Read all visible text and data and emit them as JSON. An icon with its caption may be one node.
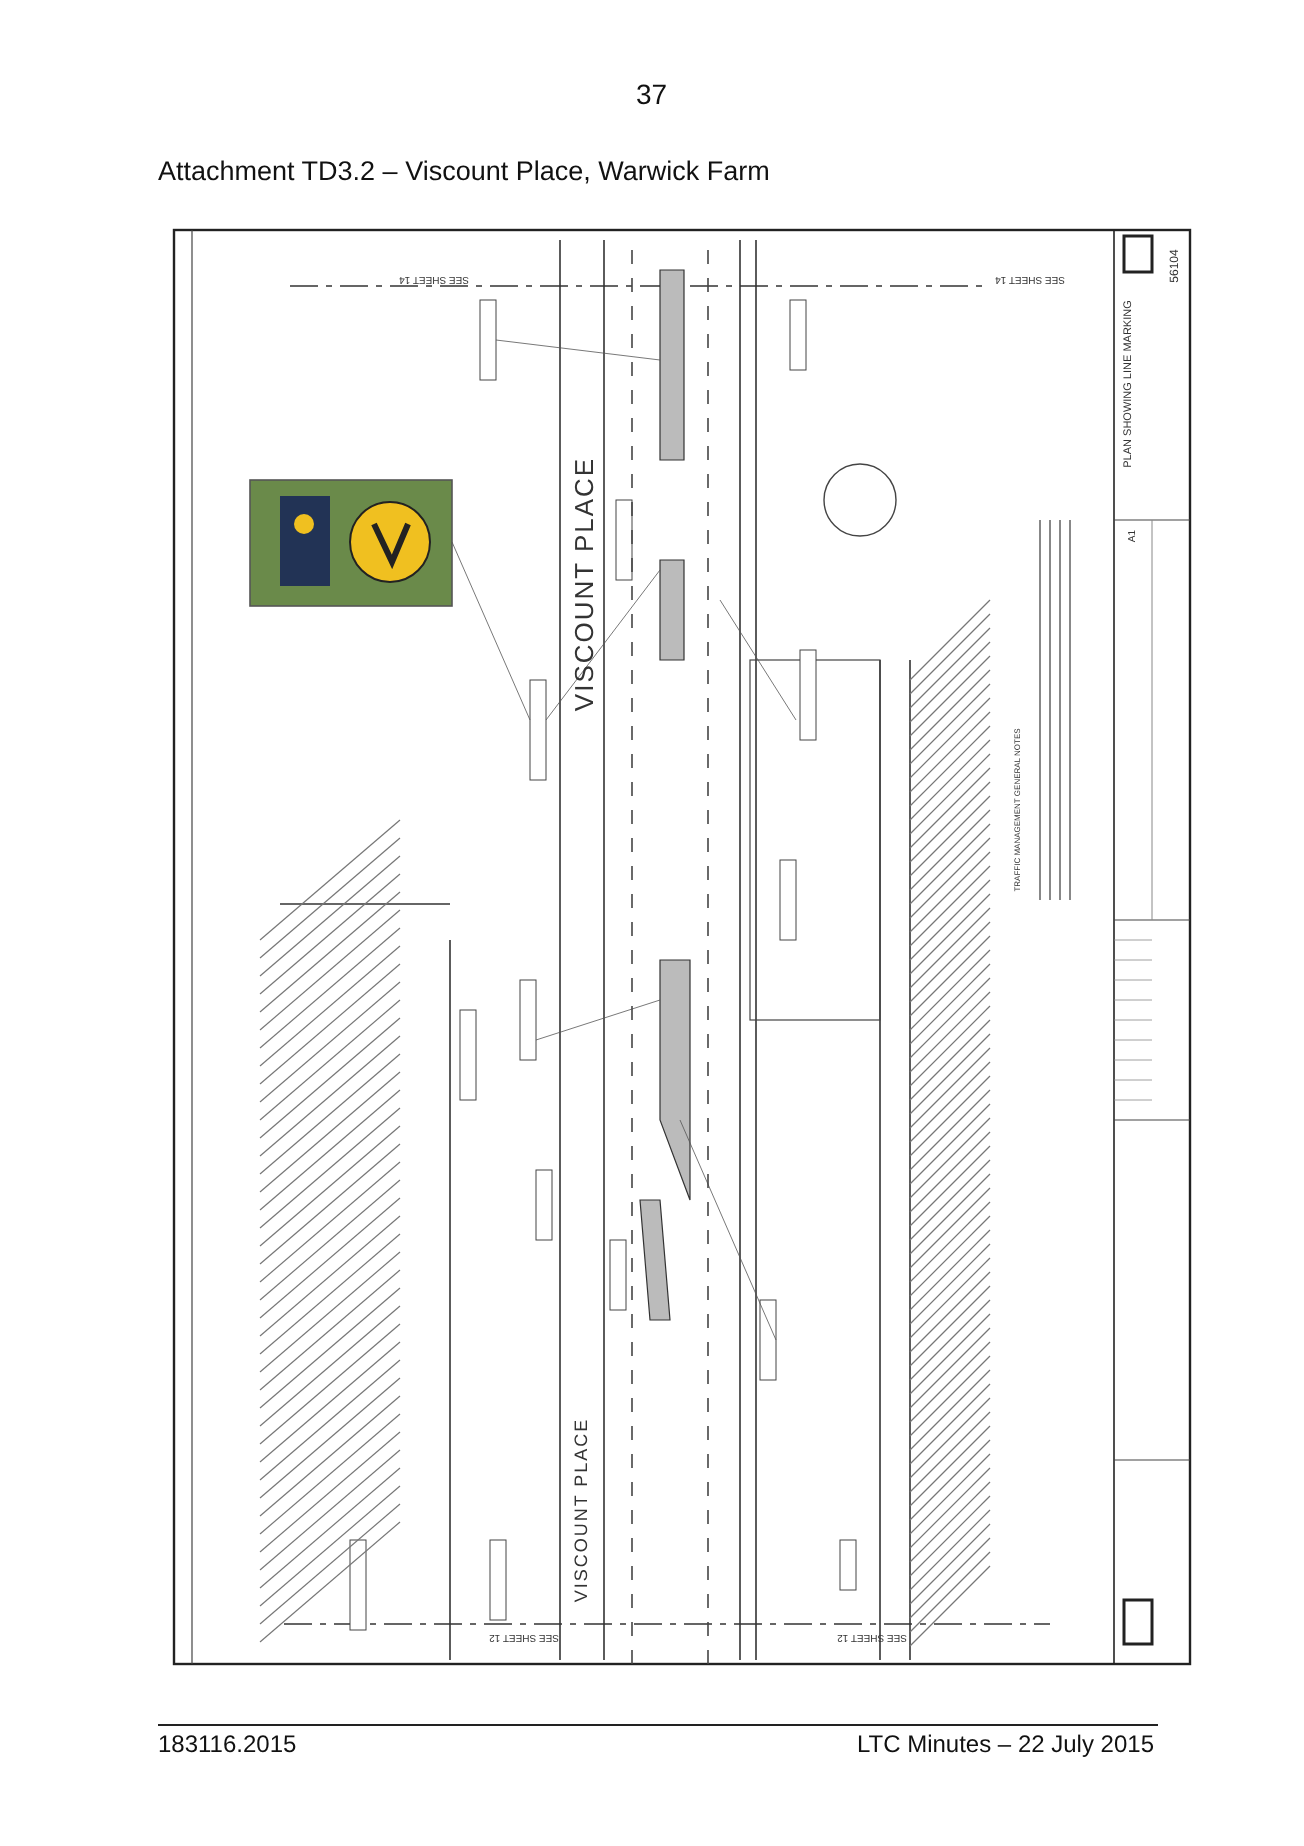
{
  "diagram": {
    "title": "Attachment TD3.2 – Viscount Place, Warwick Farm",
    "labels": [
      "37",
      "SEE SHEET 14",
      "SEE SHEET 14",
      "VISCOUNT PLACE",
      "TRAFFIC MANAGEMENT GENERAL NOTES",
      "A1",
      "PLAN SHOWING LINE MARKING",
      "56104",
      "VISCOUNT PLACE",
      "SEE SHEET 12",
      "SEE SHEET 12",
      "183116.2015",
      "LTC Minutes – 22 July 2015"
    ]
  }
}
